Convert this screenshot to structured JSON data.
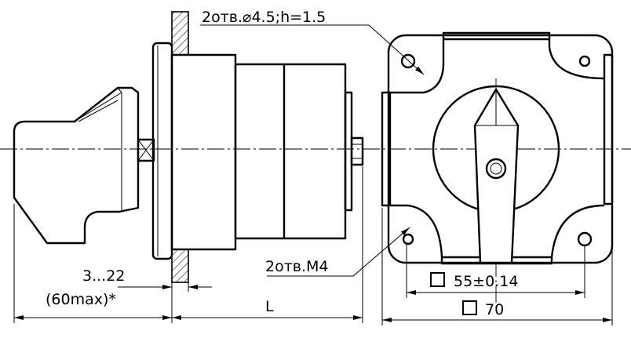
{
  "drawing": {
    "note_mount_holes": "2отв.⌀4.5;h=1.5",
    "note_thread_holes": "2отв.M4",
    "dim_panel_thickness": "3...22",
    "dim_handle_max": "(60max)*",
    "dim_length": "L",
    "dim_hole_square": "55±0.14",
    "dim_outer_square": "70"
  }
}
